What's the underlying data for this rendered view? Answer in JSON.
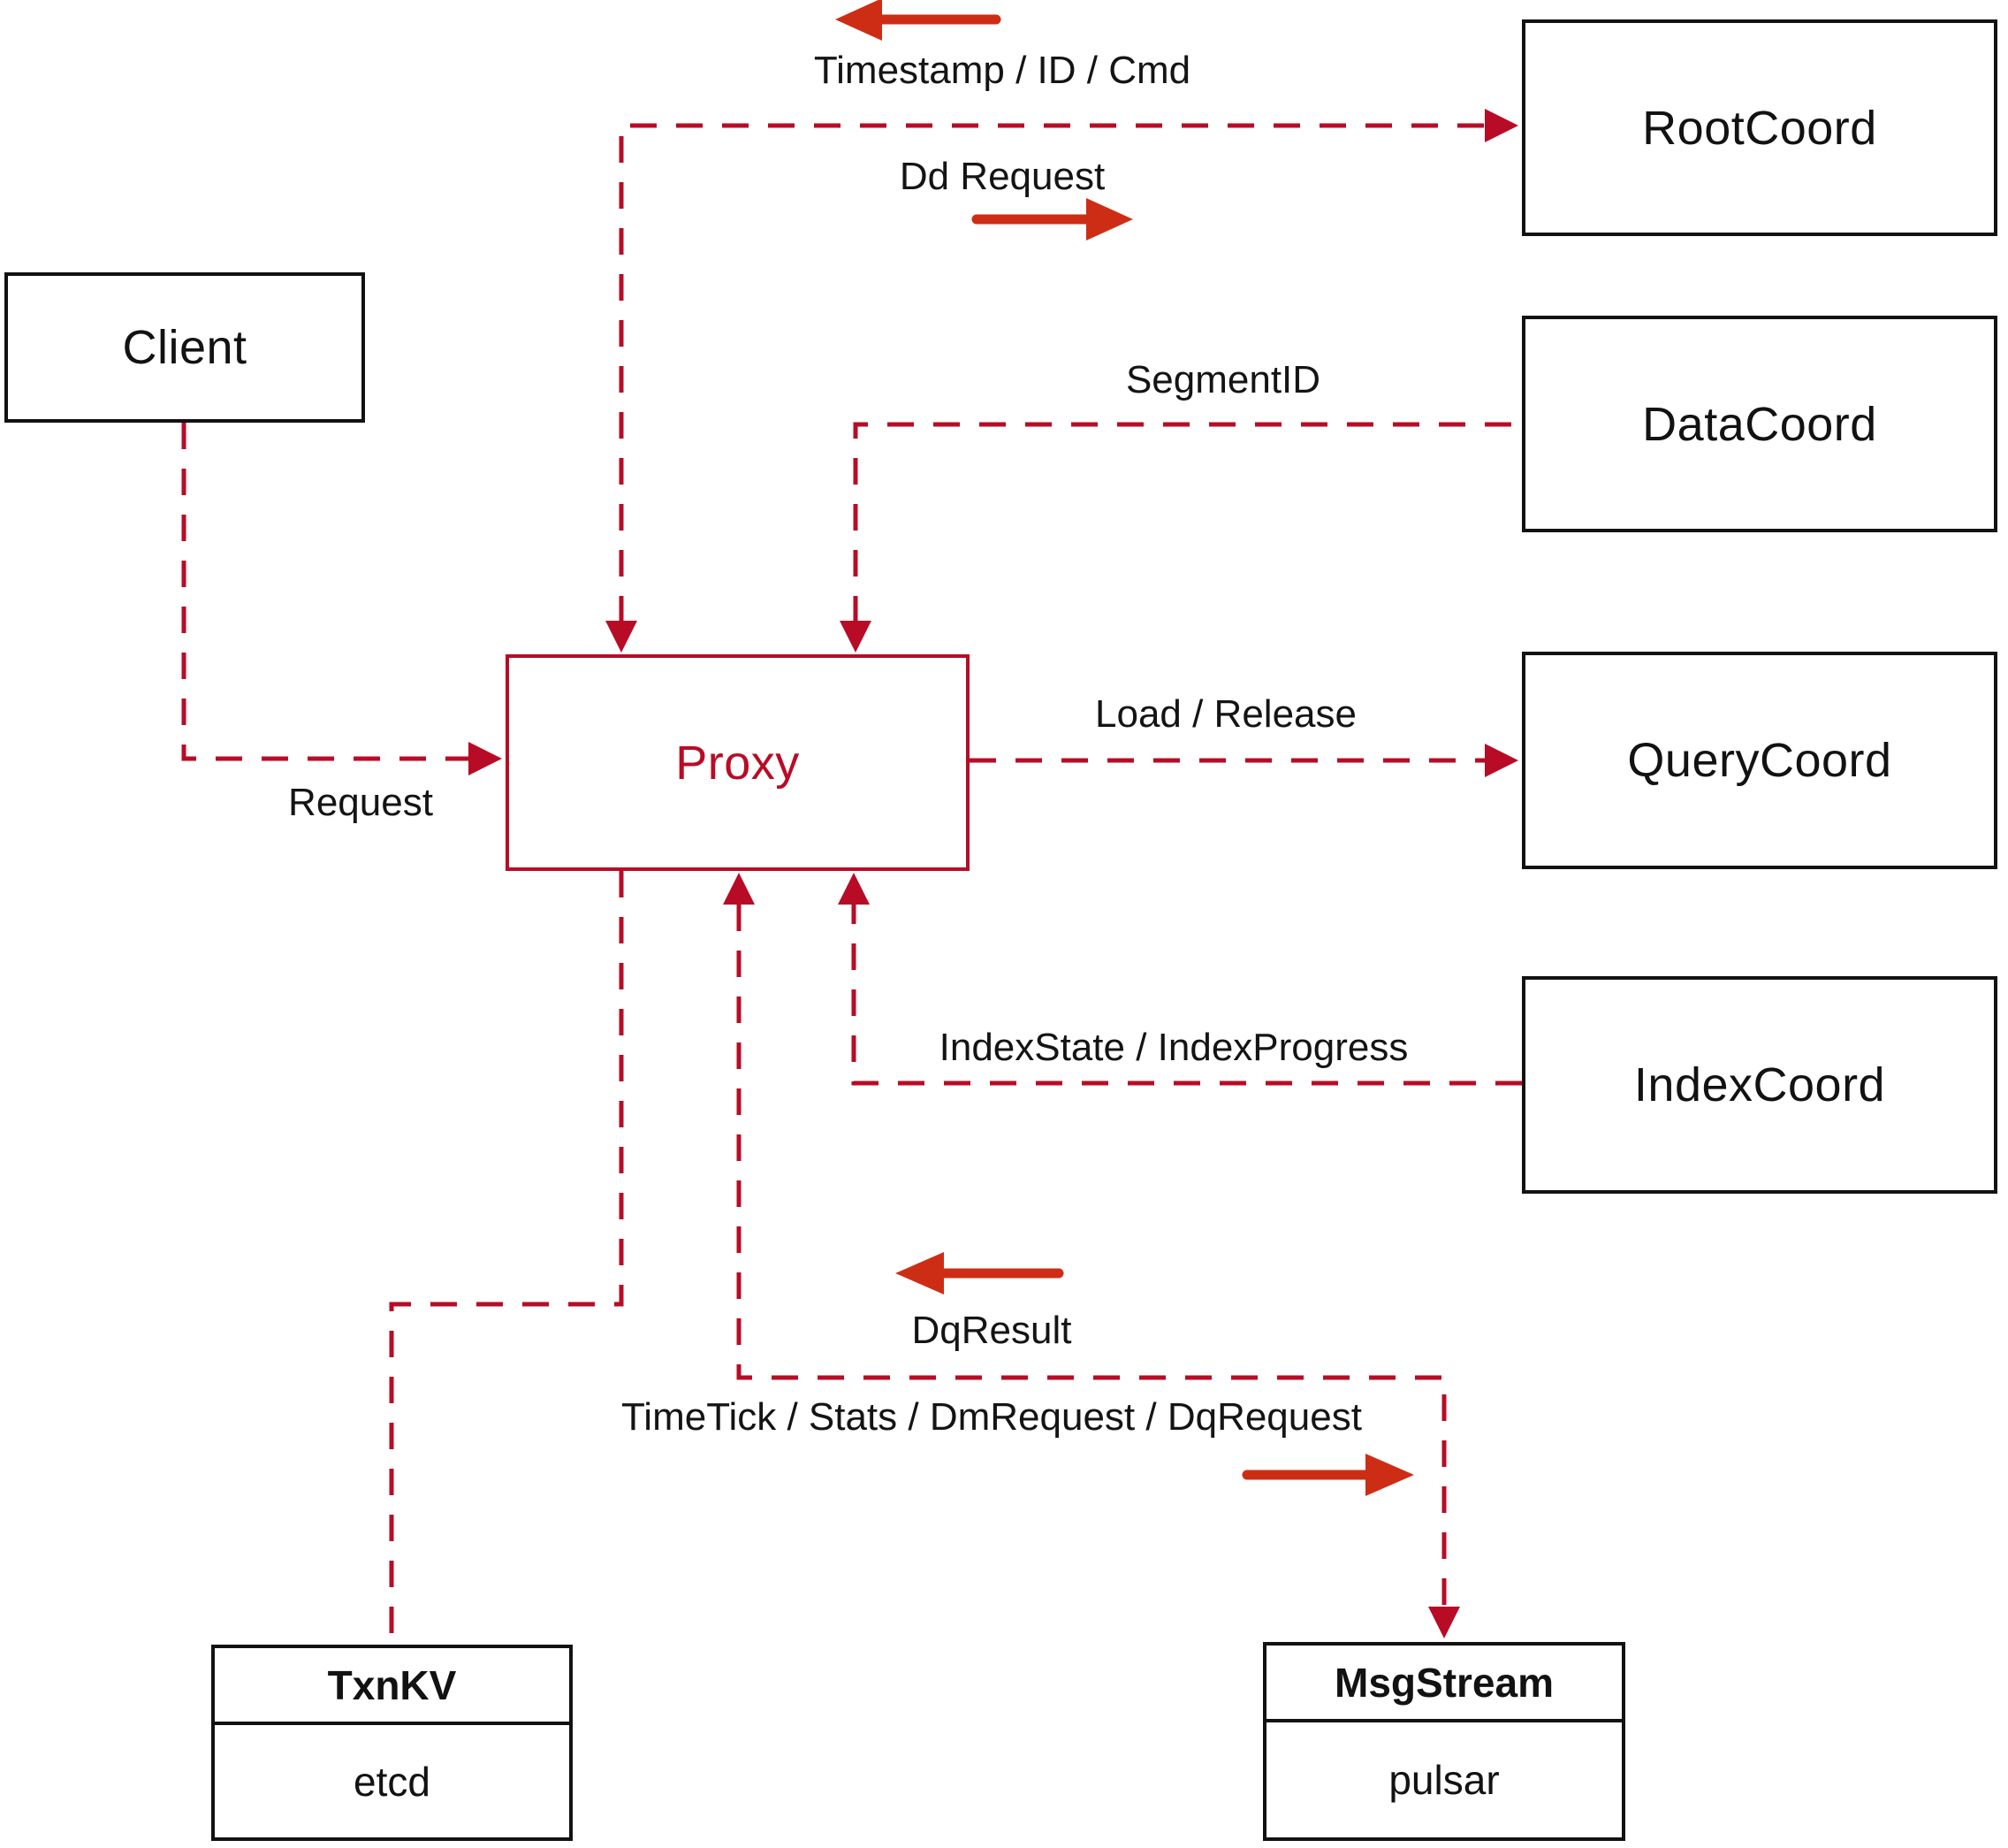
{
  "colors": {
    "connector_crimson": "#b80c26",
    "solid_arrow_red": "#ce2d15",
    "box_border_black": "#121212",
    "text_black": "#141414",
    "background": "#ffffff"
  },
  "nodes": {
    "client": {
      "label": "Client"
    },
    "proxy": {
      "label": "Proxy"
    },
    "rootcoord": {
      "label": "RootCoord"
    },
    "datacoord": {
      "label": "DataCoord"
    },
    "querycoord": {
      "label": "QueryCoord"
    },
    "indexcoord": {
      "label": "IndexCoord"
    },
    "txnkv": {
      "title": "TxnKV",
      "impl": "etcd"
    },
    "msgstream": {
      "title": "MsgStream",
      "impl": "pulsar"
    }
  },
  "edge_labels": {
    "timestamp_id_cmd": "Timestamp / ID / Cmd",
    "dd_request": "Dd Request",
    "segment_id": "SegmentID",
    "load_release": "Load / Release",
    "index_state_progress": "IndexState / IndexProgress",
    "request": "Request",
    "dq_result": "DqResult",
    "timetick_stats": "TimeTick / Stats / DmRequest / DqRequest"
  }
}
